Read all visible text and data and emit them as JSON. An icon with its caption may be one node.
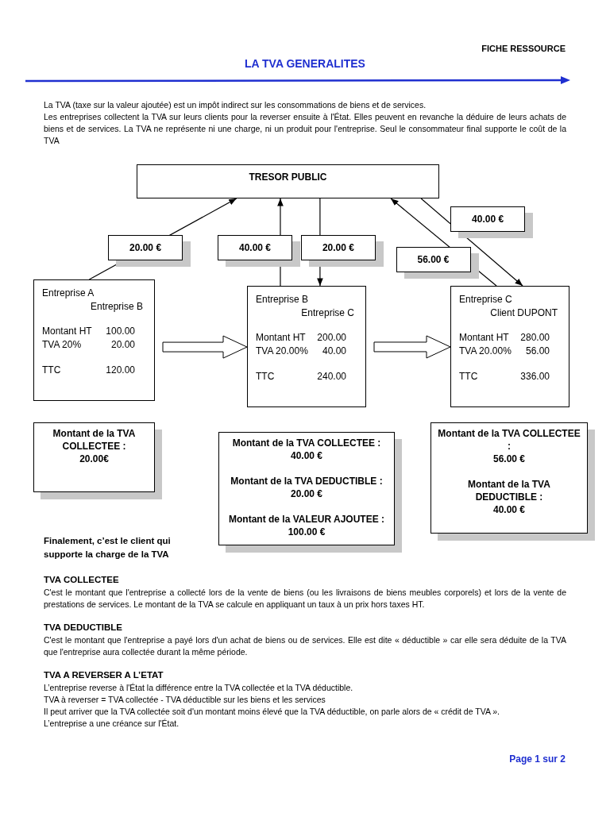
{
  "diagram": {
    "title": "LA TVA GENERALITES",
    "nodes": [
      {
        "text": [
          "TRESOR PUBLIC"
        ]
      },
      {
        "text": [
          "Entreprise A",
          "Entreprise B",
          "Montant HT",
          "100.00",
          "TVA 20%",
          "20.00",
          "TTC",
          "120.00"
        ]
      },
      {
        "text": [
          "Entreprise B",
          "Entreprise C",
          "Montant HT",
          "200.00",
          "TVA 20.00%",
          "40.00",
          "TTC",
          "240.00"
        ]
      },
      {
        "text": [
          "Entreprise C",
          "Client DUPONT",
          "Montant HT",
          "280.00",
          "TVA 20.00%",
          "56.00",
          "TTC",
          "336.00"
        ]
      },
      {
        "text": [
          "Montant de la TVA COLLECTEE :",
          "20.00€"
        ]
      },
      {
        "text": [
          "Montant de la TVA COLLECTEE :",
          "40.00 €",
          "Montant de la TVA DEDUCTIBLE :",
          "20.00 €",
          "Montant de la VALEUR AJOUTEE :",
          "100.00 €"
        ]
      },
      {
        "text": [
          "Montant de la TVA COLLECTEE :",
          "56.00 €",
          "Montant de la TVA DEDUCTIBLE :",
          "40.00 €"
        ]
      }
    ],
    "edges": [
      {
        "from": 1,
        "to": 0,
        "arrow": "to",
        "label": "20.00 €"
      },
      {
        "from": 2,
        "to": 0,
        "arrow": "to",
        "label": "40.00 €"
      },
      {
        "from": 0,
        "to": 2,
        "arrow": "to",
        "label": "20.00 €"
      },
      {
        "from": 3,
        "to": 0,
        "arrow": "to",
        "label": "56.00 €"
      },
      {
        "from": 0,
        "to": 3,
        "arrow": "to",
        "label": "40.00 €"
      },
      {
        "from": 1,
        "to": 2,
        "arrow": "to",
        "style": "thick"
      },
      {
        "from": 2,
        "to": 3,
        "arrow": "to",
        "style": "thick"
      }
    ],
    "labels": [
      "FICHE RESSOURCE",
      "La TVA (taxe sur la valeur ajoutée) est un impôt indirect sur les consommations de biens et de services.",
      "Les entreprises collectent la TVA sur leurs clients pour la reverser ensuite à l'État. Elles peuvent en revanche la déduire de leurs achats de biens et de services. La TVA ne représente ni une charge, ni un produit pour l'entreprise. Seul le consommateur final supporte le coût de la TVA",
      "Finalement, c’est le client qui supporte la charge de la TVA",
      "TVA COLLECTEE",
      "C'est le montant que l'entreprise a collecté lors de la vente de biens (ou les livraisons de biens meubles corporels) et lors de la vente de prestations de services. Le montant de la TVA se calcule en appliquant un taux à un prix hors taxes HT.",
      "TVA DEDUCTIBLE",
      "C'est le montant que l'entreprise a payé lors d'un achat de biens ou de services. Elle est dite « déductible » car elle sera déduite de la TVA que l'entreprise aura collectée durant la même période.",
      "TVA A REVERSER A L’ETAT",
      "L’entreprise reverse à l'État la différence entre la TVA collectée et la TVA déductible.",
      "TVA à reverser = TVA collectée - TVA déductible sur les biens et les services",
      "Il peut arriver que la TVA collectée soit d'un montant moins élevé que la TVA déductible, on parle alors de « crédit de TVA ».",
      "L’entreprise a une créance sur l'État.",
      "Page 1 sur 2"
    ]
  }
}
